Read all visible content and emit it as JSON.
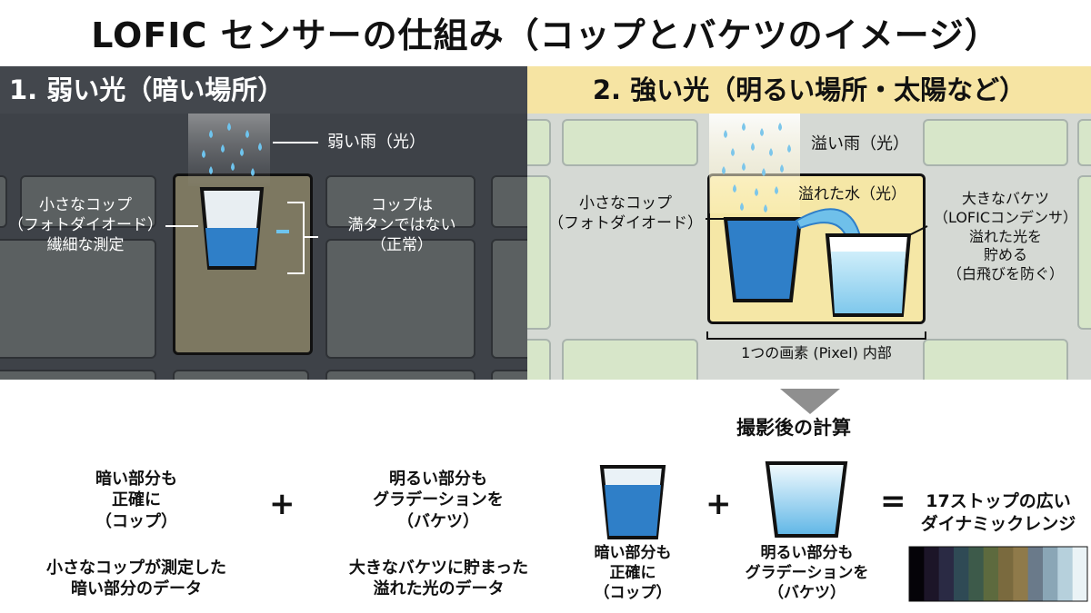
{
  "title": "LOFIC センサーの仕組み（コップとバケツのイメージ）",
  "panel_weak": {
    "heading": "1. 弱い光（暗い場所）",
    "rain_label": "弱い雨（光）",
    "cup_label": [
      "小さなコップ",
      "（フォトダイオード）",
      "繊細な測定"
    ],
    "status_label": [
      "コップは",
      "満タンではない",
      "（正常）"
    ]
  },
  "panel_strong": {
    "heading": "2. 強い光（明るい場所・太陽など）",
    "rain_label": "溢い雨（光）",
    "overflow_label": "溢れた水（光）",
    "cup_label": [
      "小さなコップ",
      "（フォトダイオード）"
    ],
    "bucket_label": [
      "大きなバケツ",
      "（LOFICコンデンサ）",
      "溢れた光を",
      "貯める",
      "（白飛びを防ぐ）"
    ],
    "pixel_label": "1つの画素 (Pixel) 内部"
  },
  "calc": {
    "heading": "撮影後の計算",
    "left_term": {
      "title": [
        "暗い部分も",
        "正確に",
        "（コップ）"
      ],
      "desc": [
        "小さなコップが測定した",
        "暗い部分のデータ"
      ]
    },
    "plus": "+",
    "right_term": {
      "title": [
        "明るい部分も",
        "グラデーションを",
        "（バケツ）"
      ],
      "desc": [
        "大きなバケツに貯まった",
        "溢れた光のデータ"
      ]
    },
    "cup_caption": [
      "暗い部分も",
      "正確に",
      "（コップ）"
    ],
    "bucket_caption": [
      "明るい部分も",
      "グラデーションを",
      "（バケツ）"
    ],
    "equals": "=",
    "result": [
      "17ストップの広い",
      "ダイナミックレンジ"
    ]
  },
  "colors": {
    "dark_panel": "#3e4248",
    "light_panel_header": "#f6e4a3",
    "water_dark": "#2f7fc8",
    "water_light": "#8fd0ee",
    "pixel_highlight": "#f5e7a6"
  },
  "range_strip": [
    "#050308",
    "#1c1528",
    "#2a2a44",
    "#2f4a55",
    "#3d5a4a",
    "#5d6a3e",
    "#7a6a3e",
    "#8f7a4a",
    "#6a7a8a",
    "#8aa6b6",
    "#b6d0dc",
    "#eaf3f6"
  ]
}
